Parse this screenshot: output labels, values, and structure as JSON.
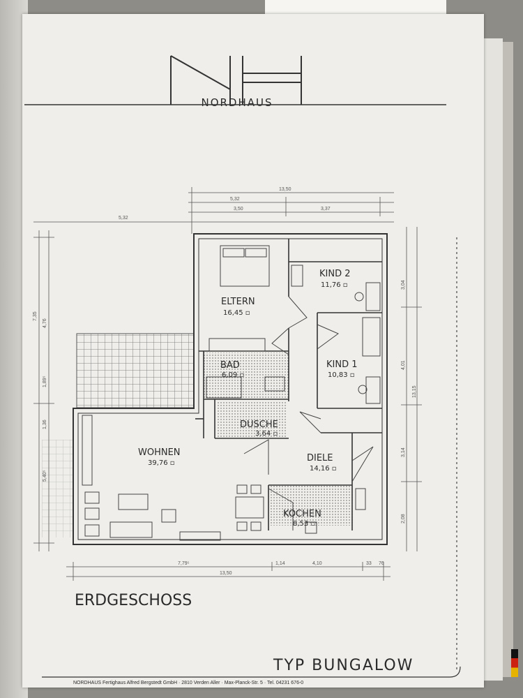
{
  "logo": {
    "text": "NORDHAUS"
  },
  "rooms": [
    {
      "name": "ELTERN",
      "area": "16,45 ▫"
    },
    {
      "name": "KIND 2",
      "area": "11,76 ▫"
    },
    {
      "name": "KIND 1",
      "area": "10,83 ▫"
    },
    {
      "name": "BAD",
      "area": "6,09 ▫"
    },
    {
      "name": "DUSCHE",
      "area": "3,64 ▫"
    },
    {
      "name": "WOHNEN",
      "area": "39,76 ▫"
    },
    {
      "name": "DIELE",
      "area": "14,16 ▫"
    },
    {
      "name": "KOCHEN",
      "area": "8,53 ▫"
    }
  ],
  "dimensions": {
    "top": [
      "5,32",
      "3,50",
      "3,37",
      "5,32",
      "13,50"
    ],
    "bottom": [
      "7,79⁵",
      "1,14",
      "4,10",
      "33",
      "76",
      "13,50"
    ],
    "left": [
      "4,76",
      "1,89⁵",
      "1,36",
      "5,40⁵",
      "7,35"
    ],
    "right": [
      "3,04",
      "4,01",
      "13,15",
      "3,14",
      "2,08"
    ]
  },
  "floor_label": "ERDGESCHOSS",
  "type_label": "TYP BUNGALOW",
  "footer": "NORDHAUS Fertighaus Alfred Bergstedt GmbH  ·  2810 Verden Aller  ·  Max-Planck-Str. 5  ·  Tel. 04231 676-0"
}
